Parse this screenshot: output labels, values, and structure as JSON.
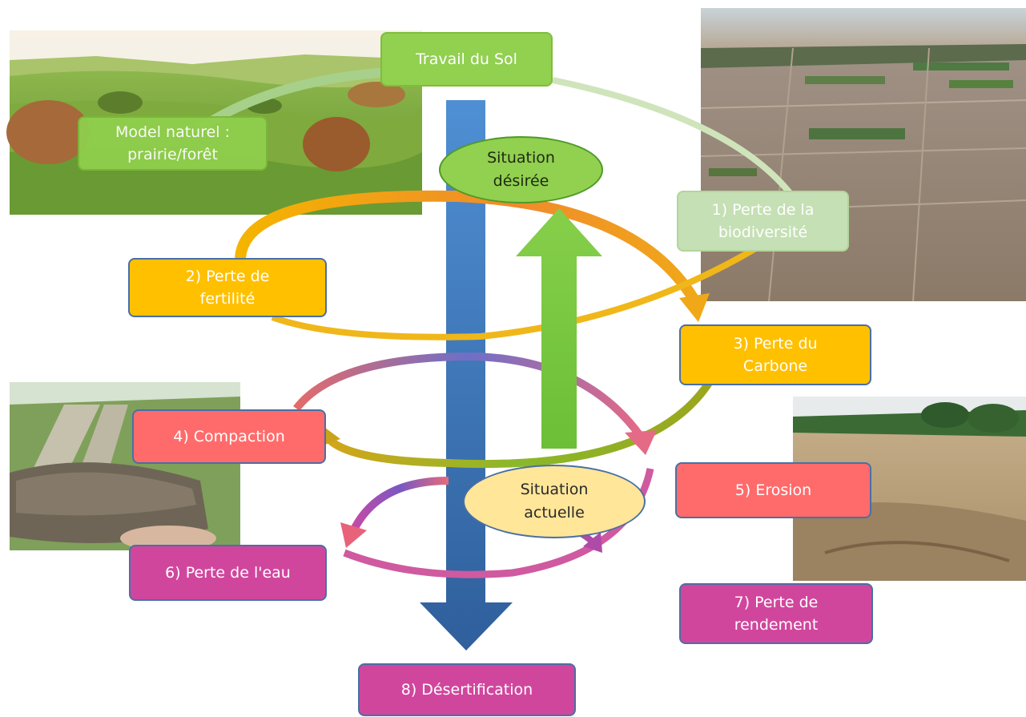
{
  "nodes": {
    "travail_du_sol": "Travail du Sol",
    "model_naturel": "Model naturel :\nprairie/forêt",
    "situation_desiree": "Situation\ndésirée",
    "perte_biodiversite": "1) Perte de la\nbiodiversité",
    "perte_fertilite": "2) Perte de\nfertilité",
    "perte_carbone": "3) Perte du\nCarbone",
    "compaction": "4) Compaction",
    "erosion": "5) Erosion",
    "situation_actuelle": "Situation\nactuelle",
    "perte_eau": "6) Perte de l'eau",
    "perte_rendement": "7) Perte de\nrendement",
    "desertification": "8) Désertification"
  },
  "photos": {
    "countryside": "green-hills-countryside",
    "cropland": "aerial-plowed-fields",
    "compacted": "compacted-soil-tracks",
    "eroded": "eroded-bare-field"
  },
  "colors": {
    "green": "#92d050",
    "light_green": "#c5e0b4",
    "orange": "#ffc000",
    "red": "#ff6b6b",
    "magenta": "#d1469d",
    "blue": "#3d78c2",
    "yellow": "#ffe699"
  }
}
